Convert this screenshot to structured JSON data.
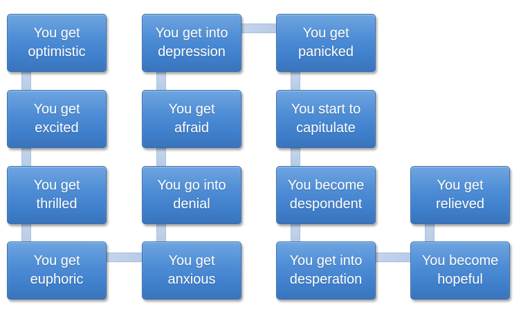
{
  "diagram": {
    "boxes": [
      {
        "id": "optimistic",
        "text": "You get\noptimistic"
      },
      {
        "id": "excited",
        "text": "You get\nexcited"
      },
      {
        "id": "thrilled",
        "text": "You get\nthrilled"
      },
      {
        "id": "euphoric",
        "text": "You get\neuphoric"
      },
      {
        "id": "depression",
        "text": "You get into\ndepression"
      },
      {
        "id": "afraid",
        "text": "You get\nafraid"
      },
      {
        "id": "denial",
        "text": "You go into\ndenial"
      },
      {
        "id": "anxious",
        "text": "You get\nanxious"
      },
      {
        "id": "panicked",
        "text": "You get\npanicked"
      },
      {
        "id": "capitulate",
        "text": "You start to\ncapitulate"
      },
      {
        "id": "despondent",
        "text": "You become\ndespondent"
      },
      {
        "id": "desperation",
        "text": "You get into\ndesperation"
      },
      {
        "id": "relieved",
        "text": "You get\nrelieved"
      },
      {
        "id": "hopeful",
        "text": "You become\nhopeful"
      }
    ],
    "colors": {
      "box_fill": "#4f8ed6",
      "box_border": "#3a6fb0",
      "connector": "#bfd1ea",
      "text": "#ffffff"
    }
  }
}
